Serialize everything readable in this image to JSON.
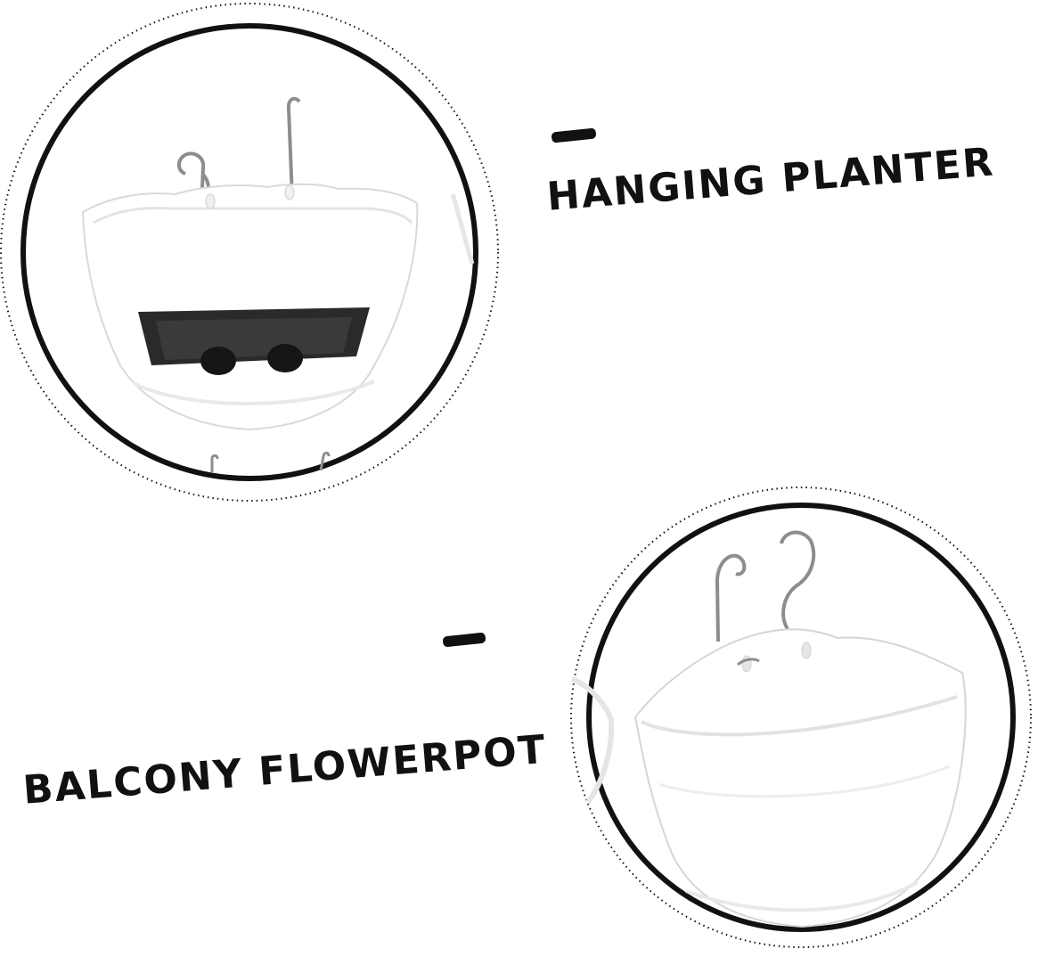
{
  "labels": {
    "top": "HANGING PLANTER",
    "bottom": "BALCONY FLOWERPOT"
  },
  "colors": {
    "ring": "#111111",
    "pot": "#ffffff",
    "pot_shadow": "#dcdcdc",
    "hook": "#9a9a9a",
    "insert": "#2a2a2a"
  },
  "icons": {
    "top_image": "hanging-planter-with-drain-insert",
    "bottom_image": "balcony-flowerpot-with-hooks"
  }
}
